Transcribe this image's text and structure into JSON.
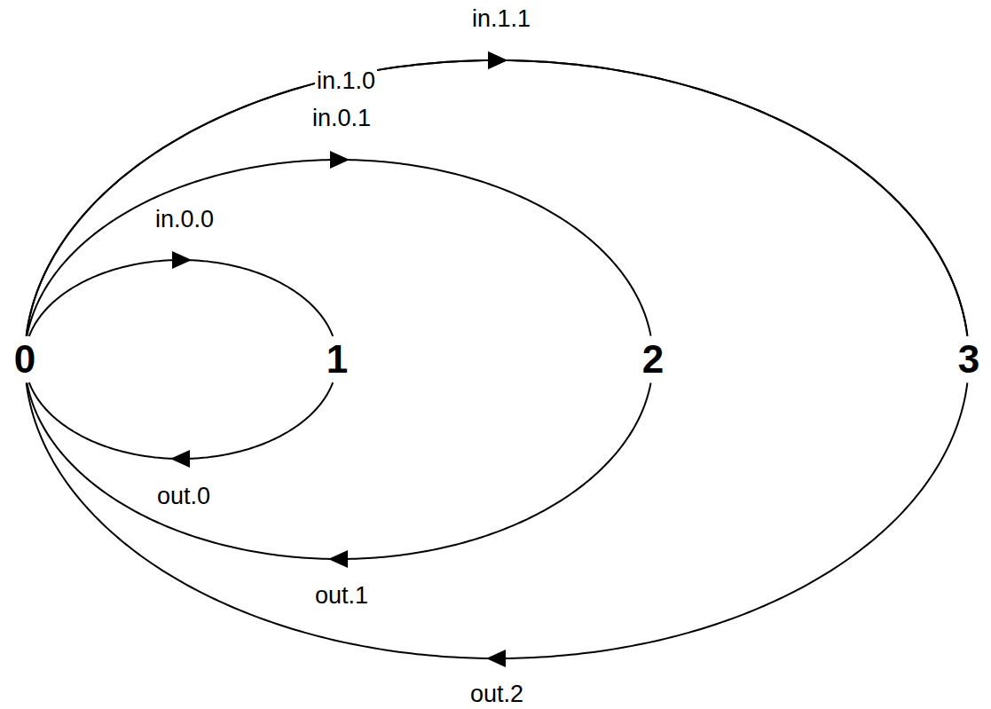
{
  "diagram": {
    "nodes": [
      {
        "text": [
          "0"
        ]
      },
      {
        "text": [
          "1"
        ]
      },
      {
        "text": [
          "2"
        ]
      },
      {
        "text": [
          "3"
        ]
      }
    ],
    "edges": [
      {
        "from": 0,
        "to": 1,
        "arrow": "to",
        "label": "in.0.0"
      },
      {
        "from": 1,
        "to": 0,
        "arrow": "to",
        "label": "out.0"
      },
      {
        "from": 0,
        "to": 2,
        "arrow": "to",
        "label": "in.0.1"
      },
      {
        "from": 2,
        "to": 0,
        "arrow": "to",
        "label": "out.1"
      },
      {
        "from": 0,
        "to": 3,
        "arrow": "to",
        "label": "in.1.0"
      },
      {
        "from": 0,
        "to": 3,
        "arrow": "to",
        "label": "in.1.1"
      },
      {
        "from": 3,
        "to": 0,
        "arrow": "to",
        "label": "out.2"
      }
    ]
  }
}
